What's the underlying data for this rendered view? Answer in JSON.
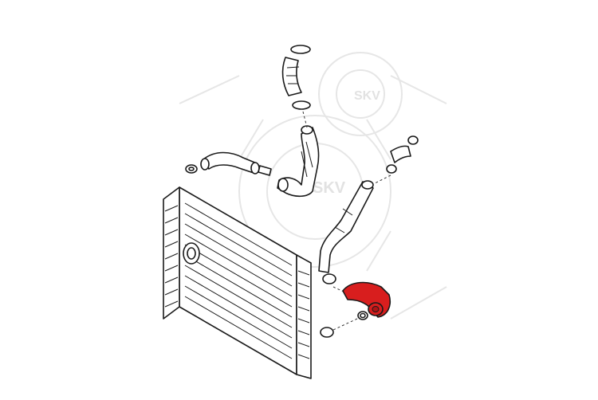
{
  "watermark": {
    "text": "SKV",
    "color": "#e2e2e2"
  },
  "highlight_color": "#d81e1e",
  "parts": [
    {
      "name": "intercooler",
      "highlighted": false
    },
    {
      "name": "charge-air-hose-left",
      "highlighted": false
    },
    {
      "name": "charge-pipe-center",
      "highlighted": false
    },
    {
      "name": "upper-hose-top",
      "highlighted": false
    },
    {
      "name": "hose-right-small",
      "highlighted": false
    },
    {
      "name": "charge-pipe-right",
      "highlighted": false
    },
    {
      "name": "intercooler-outlet-hose",
      "highlighted": true
    }
  ]
}
